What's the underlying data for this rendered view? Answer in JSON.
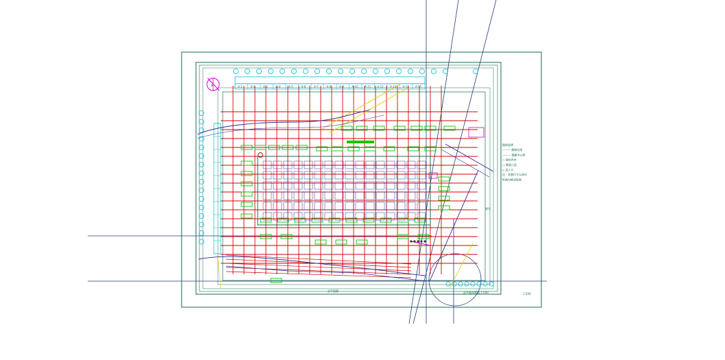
{
  "drawing": {
    "sheet_label": "1:500",
    "scale_note": "比例 1:500",
    "bottom_label": "总平面图",
    "north_label": "N",
    "side_notes": [
      "图例说明",
      "——— 建筑红线",
      "——— 道路中心线",
      "○ 绿化乔木",
      "□ 景观小品",
      "△ 出入口",
      "注：本图尺寸以米计",
      "标高为绝对标高"
    ],
    "top_header_labels": [
      "A-1",
      "A-2",
      "A-3",
      "A-4",
      "A-5",
      "A-6",
      "A-7",
      "A-8",
      "A-9",
      "A-10",
      "A-11",
      "A-12",
      "A-13",
      "A-14",
      "A-15"
    ],
    "right_stamp": "图号",
    "bottom_right_caption": "总平面布置图 1:500"
  },
  "colors": {
    "frame": "#1a6b4a",
    "grid_red": "#d40000",
    "cyan": "#00bcd4",
    "blue": "#2a2a9a",
    "green": "#00c800",
    "yellow": "#e0d000",
    "magenta": "#cc00cc",
    "navy_line": "#1f3a7a"
  }
}
